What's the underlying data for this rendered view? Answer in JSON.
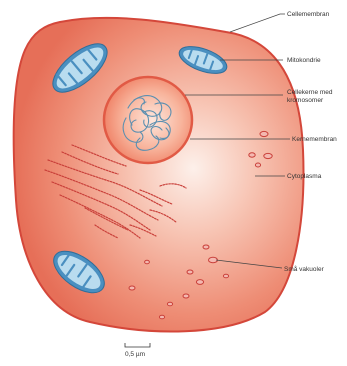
{
  "labels": {
    "cell_membrane": "Cellemembran",
    "mitochondrion": "Mitokondrie",
    "nucleus_line1": "Cellekerne med",
    "nucleus_line2": "kromosomer",
    "nuclear_membrane": "Kernemembran",
    "cytoplasm": "Cytoplasma",
    "vacuoles": "Små vakuoler"
  },
  "scale_bar": {
    "label": "0,5 µm"
  },
  "colors": {
    "cytoplasm_light": "#fbe3d6",
    "cytoplasm_dark": "#e8705a",
    "membrane": "#d4473a",
    "nucleus": "#f07a5c",
    "mitochondrion": "#4a8fc0",
    "mitochondrion_inner": "#b9dcef",
    "chromosome": "#5b8fb0",
    "er": "#c9403a"
  }
}
